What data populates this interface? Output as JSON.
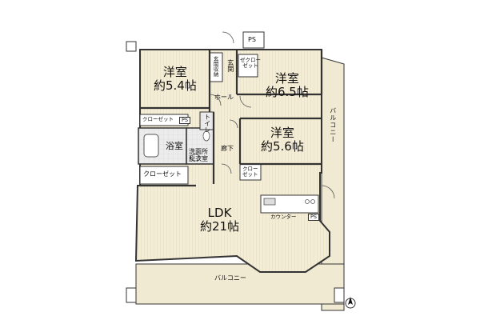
{
  "rooms": {
    "western_room_1": {
      "name": "洋室",
      "size": "約5.4帖"
    },
    "western_room_2": {
      "name": "洋室",
      "size": "約6.5帖"
    },
    "western_room_3": {
      "name": "洋室",
      "size": "約5.6帖"
    },
    "ldk": {
      "name": "LDK",
      "size": "約21帖"
    },
    "bathroom": "浴室",
    "washroom": {
      "line1": "洗面所",
      "line2": "脱衣室"
    },
    "toilet": "トイレ",
    "hall": "ホール",
    "corridor": "廊下",
    "entrance": "玄関",
    "entrance_storage": "玄関収納"
  },
  "closets": {
    "closet_top": "クローゼット",
    "closet_bottom": "クローゼット",
    "closet_small_top": "ゼクロー\nゼット",
    "closet_small_mid": "クロー\nゼット"
  },
  "labels": {
    "balcony_right": "バルコニー",
    "balcony_bottom": "バルコニー",
    "counter": "カウンター",
    "ps_top": "PS",
    "ps_closet": "PS",
    "ps_counter": "PS"
  },
  "colors": {
    "floor": "#f3ecd6",
    "floor_line": "#e6dcbf",
    "wet_area": "#e8e8e8",
    "balcony": "#f1ead2",
    "wall": "#333333"
  },
  "icons": [
    "north-arrow-icon",
    "bathtub-icon",
    "toilet-icon",
    "sink-icon",
    "kitchen-sink-icon"
  ]
}
